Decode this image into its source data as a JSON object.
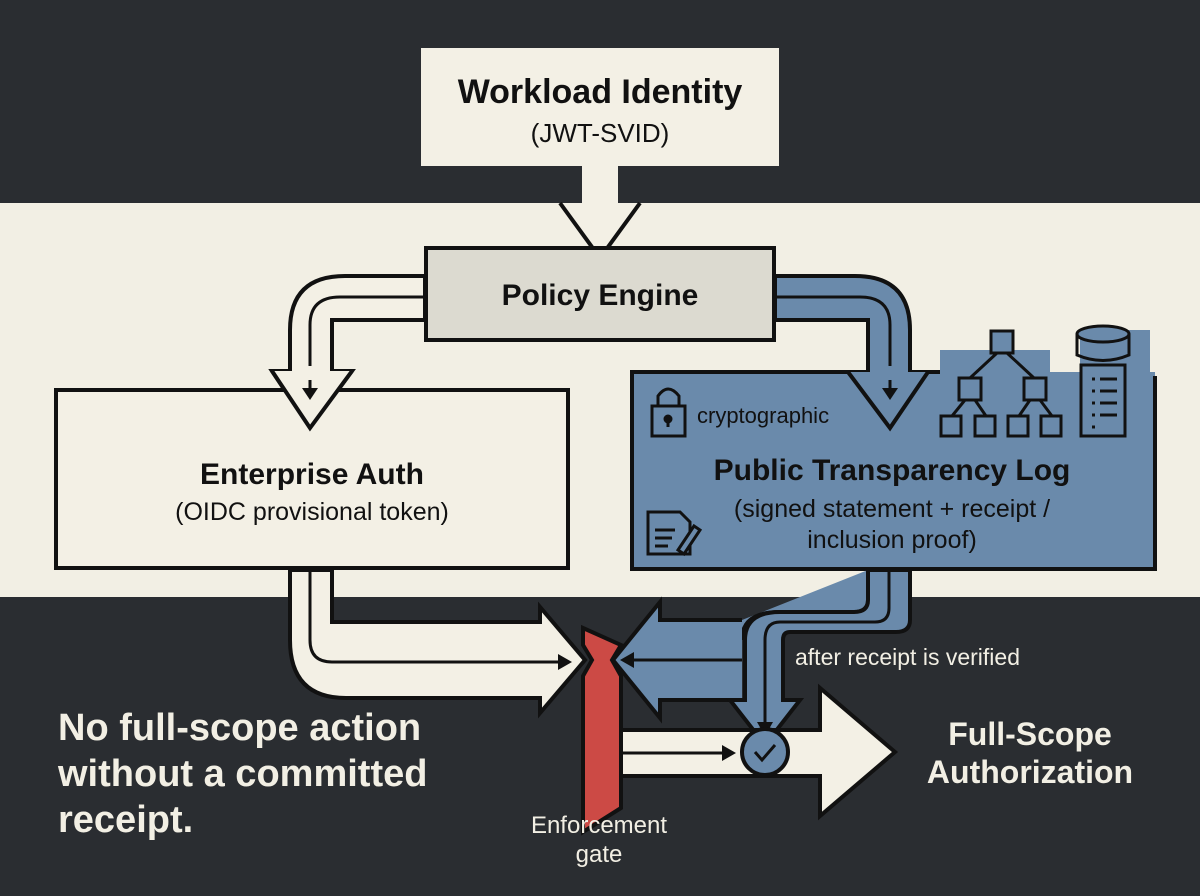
{
  "colors": {
    "dark_bg": "#2a2d31",
    "light_band": "#f2efe4",
    "cream": "#f3f0e5",
    "policy_fill": "#dcdad0",
    "blue": "#6a8aab",
    "red_gate": "#cc4a45",
    "stroke": "#111111"
  },
  "nodes": {
    "workload": {
      "title": "Workload Identity",
      "subtitle": "(JWT-SVID)"
    },
    "policy": {
      "title": "Policy Engine"
    },
    "enterprise": {
      "title": "Enterprise Auth",
      "subtitle": "(OIDC provisional token)"
    },
    "transparency": {
      "badge": "cryptographic",
      "title": "Public Transparency Log",
      "subtitle_line1": "(signed statement + receipt /",
      "subtitle_line2": "inclusion proof)"
    },
    "gate": {
      "line1": "Enforcement",
      "line2": "gate"
    },
    "full_scope": {
      "line1": "Full-Scope",
      "line2": "Authorization"
    }
  },
  "labels": {
    "after_receipt": "after receipt is verified"
  },
  "tagline": {
    "line1": "No full-scope action",
    "line2": "without a committed",
    "line3": "receipt."
  },
  "icons": [
    "lock-icon",
    "document-sign-icon",
    "merkle-tree-icon",
    "database-list-icon",
    "check-circle-icon"
  ]
}
